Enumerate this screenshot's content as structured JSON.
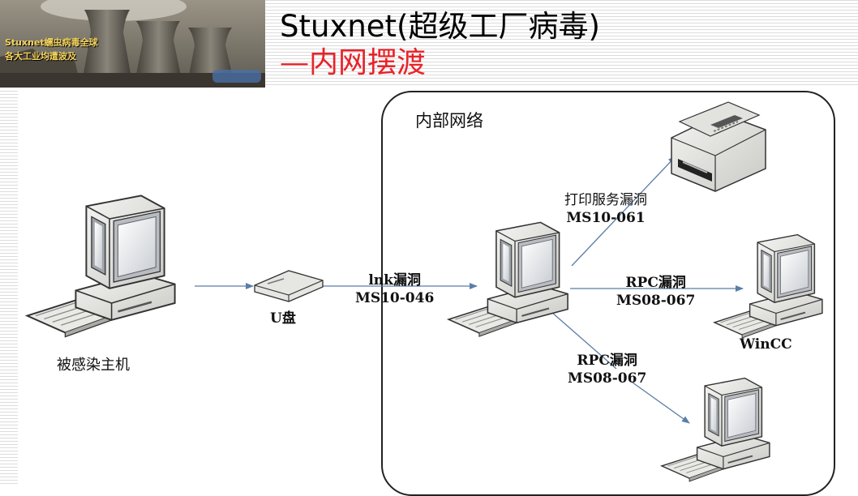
{
  "header": {
    "title": "Stuxnet(超级工厂病毒)",
    "subtitle": "—内网摆渡",
    "banner_line1": "Stuxnet蠕虫病毒全球",
    "banner_line2": "各大工业均遭波及"
  },
  "diagram": {
    "network_label": "内部网络",
    "infected_host_label": "被感染主机",
    "usb_label": "U盘",
    "lnk_vuln": [
      "lnk漏洞",
      "MS10-046"
    ],
    "print_vuln": [
      "打印服务漏洞",
      "MS10-061"
    ],
    "rpc_vuln_wincc": [
      "RPC漏洞",
      "MS08-067"
    ],
    "rpc_vuln_lower": [
      "RPC漏洞",
      "MS08-067"
    ],
    "wincc_label": "WinCC"
  },
  "colors": {
    "subtitle": "#e8232a",
    "arrow": "#5b7ea6",
    "box_border": "#222222"
  }
}
